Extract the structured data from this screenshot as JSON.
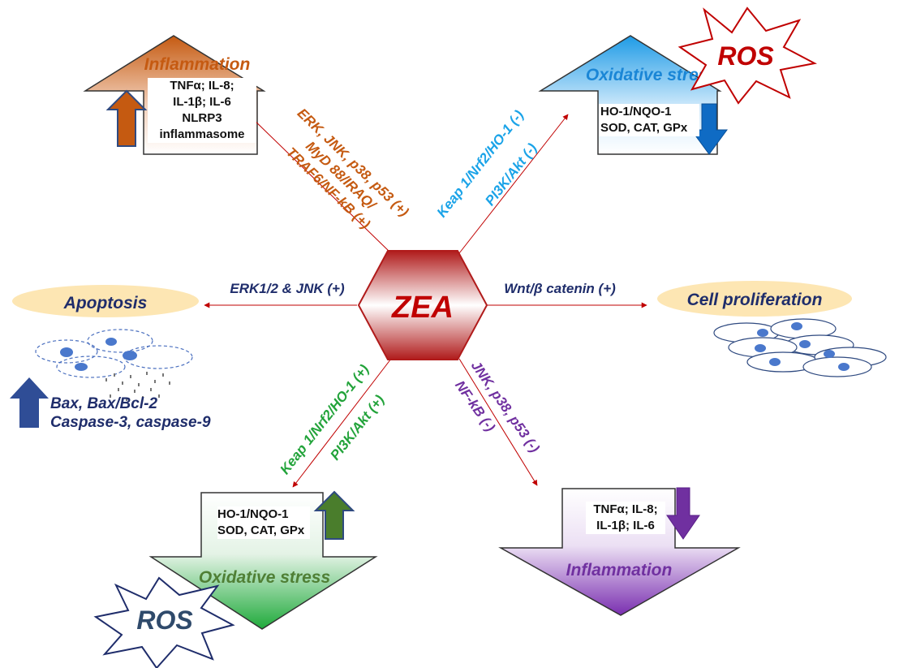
{
  "center": {
    "label": "ZEA"
  },
  "top_left": {
    "title": "Inflammation",
    "markers": [
      "TNFα; IL-8;",
      "IL-1β; IL-6",
      "NLRP3",
      "inflammasome"
    ],
    "pathway_lines": [
      "ERK, JNK, p38, p53 (+)",
      "MyD 88/IRAQ/",
      "TRAF6/NF-kB (+)"
    ],
    "color": "#c55a11"
  },
  "top_right": {
    "title": "Oxidative stress",
    "burst": "ROS",
    "markers": [
      "HO-1/NQO-1",
      "SOD, CAT, GPx"
    ],
    "pathway_lines": [
      "Keap 1/Nrf2/HO-1 (-)",
      "PI3K/Akt (-)"
    ],
    "color": "#1aa3e8"
  },
  "left": {
    "title": "Apoptosis",
    "pathway": "ERK1/2 & JNK (+)",
    "markers": [
      "Bax, Bax/Bcl-2",
      "Caspase-3, caspase-9"
    ],
    "color": "#1f2d6b"
  },
  "right": {
    "title": "Cell proliferation",
    "pathway": "Wnt/β catenin (+)",
    "color": "#1f2d6b"
  },
  "bottom_left": {
    "title": "Oxidative stress",
    "burst": "ROS",
    "markers": [
      "HO-1/NQO-1",
      "SOD, CAT, GPx"
    ],
    "pathway_lines": [
      "Keap 1/Nrf2/HO-1 (+)",
      "PI3K/Akt (+)"
    ],
    "color": "#22a33a"
  },
  "bottom_right": {
    "title": "Inflammation",
    "markers": [
      "TNFα; IL-8;",
      "IL-1β; IL-6"
    ],
    "pathway_lines": [
      "JNK, p38, p53 (-)",
      "NF-kB (-)"
    ],
    "color": "#7030a0"
  }
}
